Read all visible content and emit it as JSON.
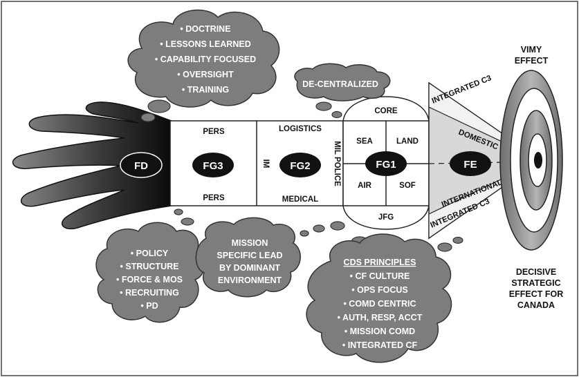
{
  "colors": {
    "cloud_fill": "#7d7d7d",
    "oval_fill": "#111111",
    "cone_fill": "#d8d8d8",
    "border": "#222222"
  },
  "nodes": {
    "fd": "FD",
    "fg3": "FG3",
    "fg2": "FG2",
    "fg1": "FG1",
    "fe": "FE"
  },
  "fg3_box": {
    "top": "PERS",
    "bottom": "PERS",
    "side": "IM"
  },
  "fg2_box": {
    "top": "LOGISTICS",
    "bottom": "MEDICAL",
    "side": "MIL POLICE"
  },
  "fg1_box": {
    "top": "CORE",
    "bottom": "JFG",
    "quadrants": [
      "SEA",
      "LAND",
      "AIR",
      "SOF"
    ]
  },
  "cone": {
    "top_label": "INTEGRATED C3",
    "domestic": "DOMESTIC",
    "international": "INTERNATIONAL",
    "bottom_label": "INTEGRATED C3"
  },
  "target": {
    "title_lines": [
      "VIMY",
      "EFFECT"
    ],
    "caption_lines": [
      "DECISIVE",
      "STRATEGIC",
      "EFFECT FOR",
      "CANADA"
    ]
  },
  "clouds": {
    "top_left": [
      "• DOCTRINE",
      "• LESSONS LEARNED",
      "• CAPABILITY FOCUSED",
      "• OVERSIGHT",
      "• TRAINING"
    ],
    "top_right": [
      "DE-CENTRALIZED"
    ],
    "bottom_left": [
      "• POLICY",
      "• STRUCTURE",
      "• FORCE & MOS",
      "• RECRUITING",
      "• PD"
    ],
    "bottom_middle": [
      "MISSION",
      "SPECIFIC LEAD",
      "BY DOMINANT",
      "ENVIRONMENT"
    ],
    "bottom_right": {
      "heading": "CDS PRINCIPLES",
      "items": [
        "• CF CULTURE",
        "• OPS FOCUS",
        "• COMD CENTRIC",
        "• AUTH, RESP, ACCT",
        "• MISSION COMD",
        "• INTEGRATED CF"
      ]
    }
  }
}
